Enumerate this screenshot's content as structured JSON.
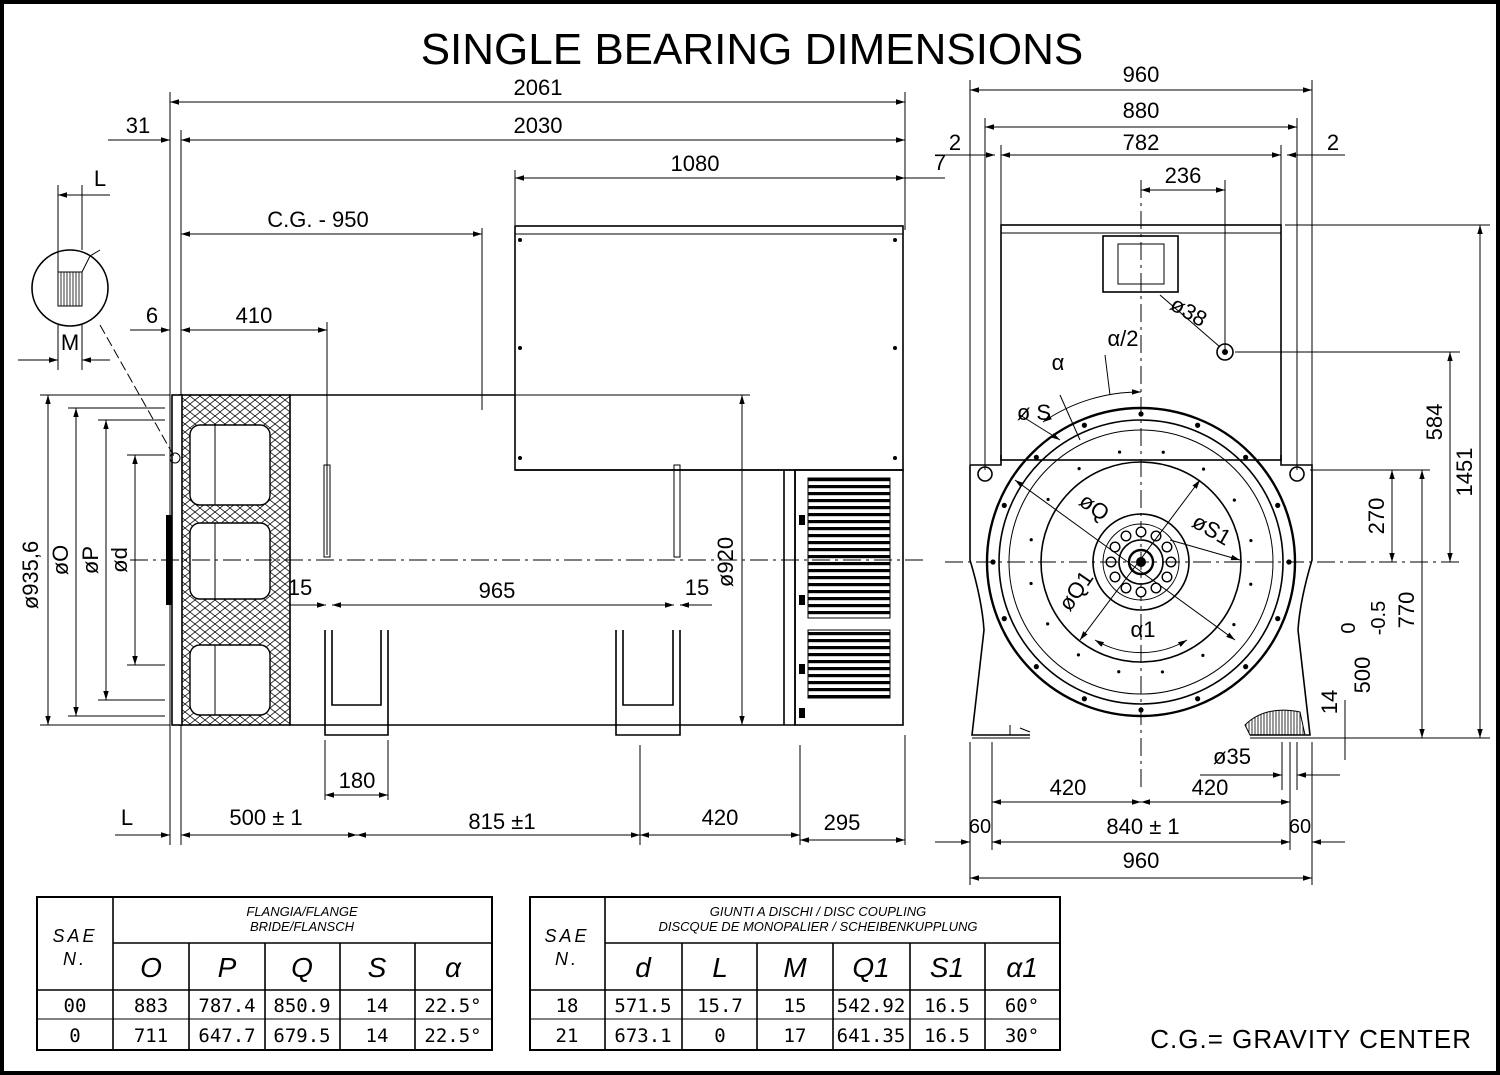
{
  "title": "SINGLE BEARING DIMENSIONS",
  "side_view": {
    "dims": {
      "overall_2061": "2061",
      "len_2030": "2030",
      "len_31": "31",
      "terminal_box_1080": "1080",
      "offset_7": "7",
      "cg_label": "C.G.  -  950",
      "flange_6": "6",
      "flange_410": "410",
      "gap_15_left": "15",
      "feet_965": "965",
      "gap_15_right": "15",
      "dia_920": "ø920",
      "foot_180": "180",
      "base_L": "L",
      "base_500": "500 ± 1",
      "base_815": "815 ±1",
      "base_420": "420",
      "base_295": "295",
      "left_dia_935": "ø935,6",
      "left_dia_O": "øO",
      "left_dia_P": "øP",
      "left_dia_d": "ød",
      "detail_L": "L",
      "detail_M": "M"
    }
  },
  "end_view": {
    "dims": {
      "top_960": "960",
      "top_880": "880",
      "top_782": "782",
      "side_2_left": "2",
      "side_2_right": "2",
      "top_236": "236",
      "hole_38": "ø38",
      "alpha_half": "α/2",
      "alpha": "α",
      "dia_S": "ø S",
      "dia_Q": "øQ",
      "dia_S1": "øS1",
      "dia_Q1": "øQ1",
      "alpha1": "α1",
      "right_584": "584",
      "right_1451": "1451",
      "right_270": "270",
      "right_770": "770",
      "right_500_main": "500",
      "right_500_tol_upper": "0",
      "right_500_tol_lower": "-0.5",
      "right_14": "14",
      "hole_35": "ø35",
      "bottom_420_left": "420",
      "bottom_420_right": "420",
      "bottom_60_left": "60",
      "bottom_840": "840 ± 1",
      "bottom_60_right": "60",
      "bottom_960": "960"
    }
  },
  "table_flange": {
    "sae_label_1": "SAE",
    "sae_label_2": "N.",
    "header_1": "FLANGIA/FLANGE",
    "header_2": "BRIDE/FLANSCH",
    "columns": [
      "O",
      "P",
      "Q",
      "S",
      "α"
    ],
    "rows": [
      [
        "00",
        "883",
        "787.4",
        "850.9",
        "14",
        "22.5°"
      ],
      [
        "0",
        "711",
        "647.7",
        "679.5",
        "14",
        "22.5°"
      ]
    ]
  },
  "table_coupling": {
    "sae_label_1": "SAE",
    "sae_label_2": "N.",
    "header_1": "GIUNTI A DISCHI / DISC COUPLING",
    "header_2": "DISCQUE DE MONOPALIER / SCHEIBENKUPPLUNG",
    "columns": [
      "d",
      "L",
      "M",
      "Q1",
      "S1",
      "α1"
    ],
    "rows": [
      [
        "18",
        "571.5",
        "15.7",
        "15",
        "542.92",
        "16.5",
        "60°"
      ],
      [
        "21",
        "673.1",
        "0",
        "17",
        "641.35",
        "16.5",
        "30°"
      ]
    ]
  },
  "legend": "C.G.= GRAVITY CENTER"
}
